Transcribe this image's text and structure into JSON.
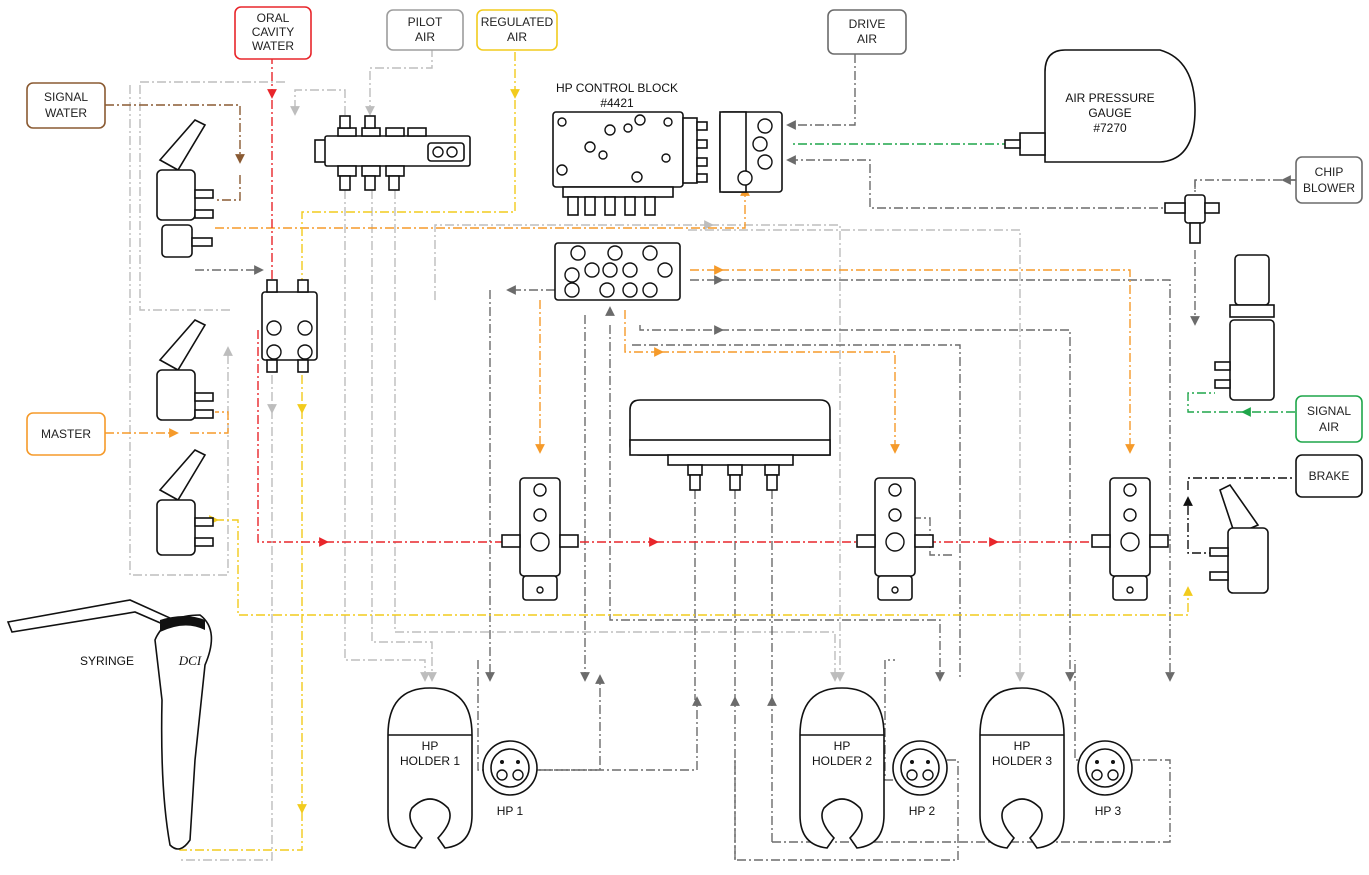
{
  "colors": {
    "water_red": "#e8262b",
    "regulated_yellow": "#f2cb1d",
    "signal_orange": "#f59a2a",
    "signal_water_brown": "#8a5a32",
    "grey_air": "#bdbdbd",
    "dark_air": "#6b6b6b",
    "green_air": "#1fa64a",
    "black": "#111111"
  },
  "labels": {
    "oral_cavity": [
      "ORAL",
      "CAVITY",
      "WATER"
    ],
    "pilot_air": [
      "PILOT",
      "AIR"
    ],
    "regulated_air": [
      "REGULATED",
      "AIR"
    ],
    "drive_air": [
      "DRIVE",
      "AIR"
    ],
    "signal_water": [
      "SIGNAL",
      "WATER"
    ],
    "master": "MASTER",
    "chip_blower": [
      "CHIP",
      "BLOWER"
    ],
    "signal_air": [
      "SIGNAL",
      "AIR"
    ],
    "brake": "BRAKE"
  },
  "components": {
    "hp_control_block": [
      "HP CONTROL BLOCK",
      "#4421"
    ],
    "air_pressure_gauge": [
      "AIR PRESSURE",
      "GAUGE",
      "#7270"
    ],
    "syringe": "SYRINGE",
    "syringe_brand": "DCI",
    "hp_holder_1": [
      "HP",
      "HOLDER 1"
    ],
    "hp_holder_2": [
      "HP",
      "HOLDER 2"
    ],
    "hp_holder_3": [
      "HP",
      "HOLDER 3"
    ],
    "hp_1": "HP 1",
    "hp_2": "HP 2",
    "hp_3": "HP 3"
  },
  "icons": [
    "arrow-head-icon",
    "valve-icon",
    "manifold-icon",
    "handpiece-holder-icon",
    "handpiece-connector-icon",
    "syringe-icon",
    "gauge-icon"
  ]
}
